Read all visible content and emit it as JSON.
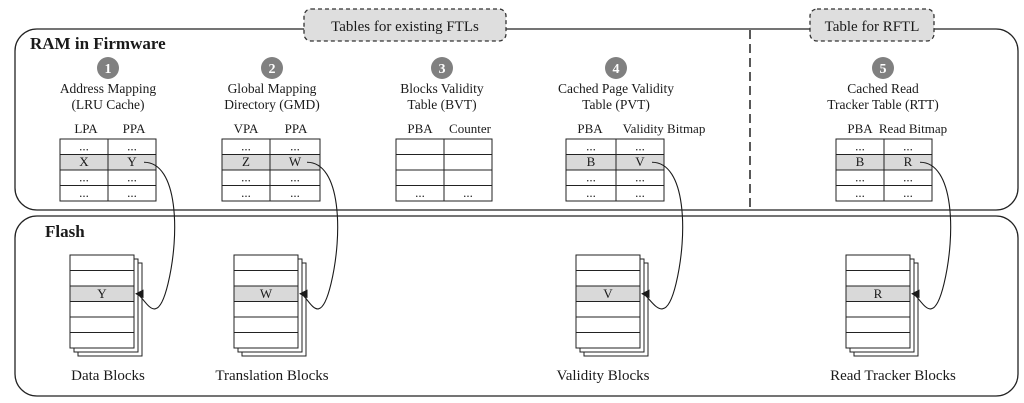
{
  "tags": {
    "existing": "Tables for existing FTLs",
    "rftl": "Table for RFTL"
  },
  "regions": {
    "ram": "RAM in Firmware",
    "flash": "Flash"
  },
  "tables": [
    {
      "num": "1",
      "title1": "Address Mapping",
      "title2": "(LRU Cache)",
      "col1": "LPA",
      "col2": "PPA",
      "rows": [
        [
          "...",
          "..."
        ],
        [
          "X",
          "Y"
        ],
        [
          "...",
          "..."
        ],
        [
          "...",
          "..."
        ]
      ]
    },
    {
      "num": "2",
      "title1": "Global Mapping",
      "title2": "Directory (GMD)",
      "col1": "VPA",
      "col2": "PPA",
      "rows": [
        [
          "...",
          "..."
        ],
        [
          "Z",
          "W"
        ],
        [
          "...",
          "..."
        ],
        [
          "...",
          "..."
        ]
      ]
    },
    {
      "num": "3",
      "title1": "Blocks Validity",
      "title2": "Table (BVT)",
      "col1": "PBA",
      "col2": "Counter",
      "rows": [
        [
          "",
          ""
        ],
        [
          "",
          ""
        ],
        [
          "",
          ""
        ],
        [
          "...",
          "..."
        ]
      ]
    },
    {
      "num": "4",
      "title1": "Cached Page Validity",
      "title2": "Table (PVT)",
      "col1": "PBA",
      "col2": "Validity Bitmap",
      "rows": [
        [
          "...",
          "..."
        ],
        [
          "B",
          "V"
        ],
        [
          "...",
          "..."
        ],
        [
          "...",
          "..."
        ]
      ]
    },
    {
      "num": "5",
      "title1": "Cached Read",
      "title2": "Tracker Table (RTT)",
      "col1": "PBA",
      "col2": "Read Bitmap",
      "rows": [
        [
          "...",
          "..."
        ],
        [
          "B",
          "R"
        ],
        [
          "...",
          "..."
        ],
        [
          "...",
          "..."
        ]
      ]
    }
  ],
  "blocks": [
    {
      "cell": "Y",
      "label": "Data Blocks"
    },
    {
      "cell": "W",
      "label": "Translation Blocks"
    },
    {
      "cell": "V",
      "label": "Validity Blocks"
    },
    {
      "cell": "R",
      "label": "Read Tracker Blocks"
    }
  ],
  "colors": {
    "badge": "#808080",
    "highlight": "#d9d9d9",
    "tag_fill": "#dedede"
  }
}
